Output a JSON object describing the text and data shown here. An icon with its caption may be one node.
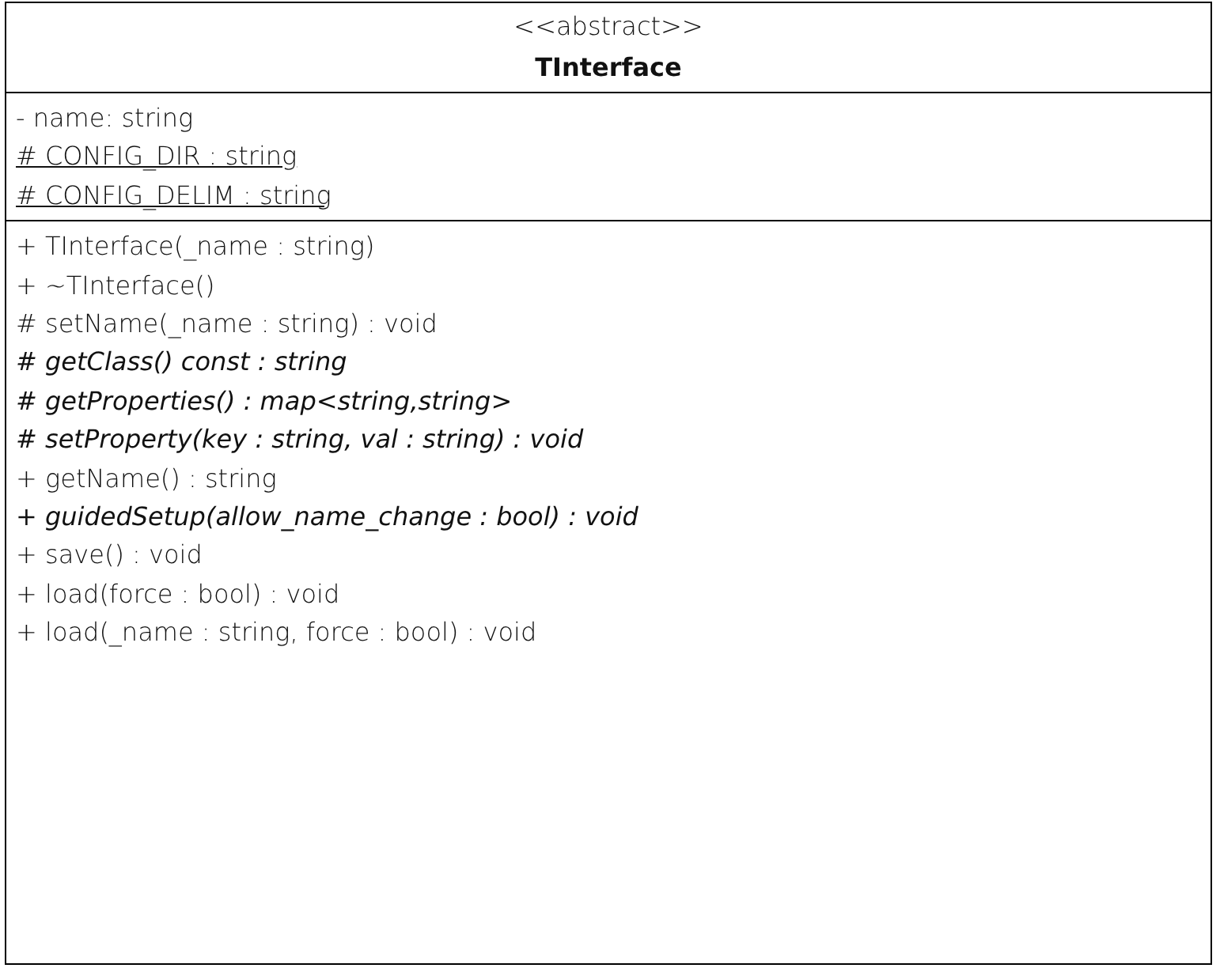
{
  "diagram": {
    "nodes": [
      {
        "text": [
          "<<abstract>>",
          "TInterface",
          "- name: string",
          "# CONFIG_DIR : string",
          "# CONFIG_DELIM : string",
          "+ TInterface(_name : string)",
          "+ ~TInterface()",
          "# setName(_name : string) : void",
          "# getClass() const : string",
          "# getProperties() : map<string,string>",
          "# setProperty(key : string, val : string) : void",
          "+ getName() : string",
          "+ guidedSetup(allow_name_change : bool) : void",
          "+ save() : void",
          "+ load(force : bool) : void",
          "+ load(_name : string, force : bool) : void"
        ]
      }
    ]
  }
}
